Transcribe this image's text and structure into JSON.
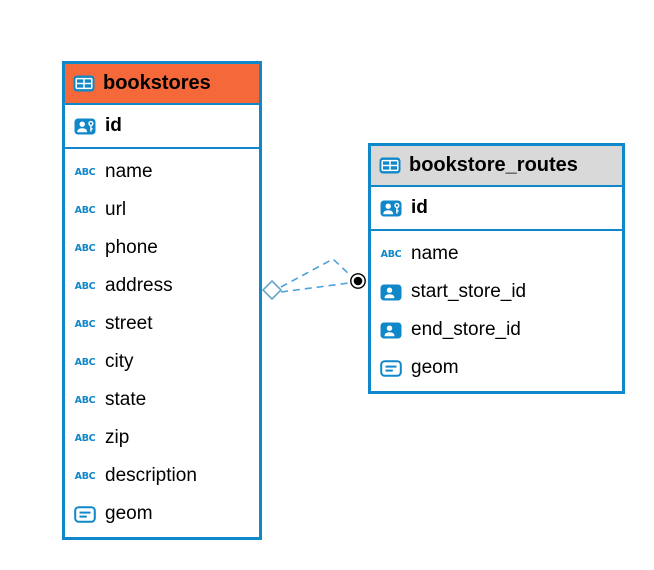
{
  "diagram": {
    "tables": [
      {
        "name": "bookstores",
        "header_color": "#f4683a",
        "pk": {
          "label": "id",
          "icon": "person-key-icon"
        },
        "fields": [
          {
            "label": "name",
            "icon": "text-type-icon"
          },
          {
            "label": "url",
            "icon": "text-type-icon"
          },
          {
            "label": "phone",
            "icon": "text-type-icon"
          },
          {
            "label": "address",
            "icon": "text-type-icon"
          },
          {
            "label": "street",
            "icon": "text-type-icon"
          },
          {
            "label": "city",
            "icon": "text-type-icon"
          },
          {
            "label": "state",
            "icon": "text-type-icon"
          },
          {
            "label": "zip",
            "icon": "text-type-icon"
          },
          {
            "label": "description",
            "icon": "text-type-icon"
          },
          {
            "label": "geom",
            "icon": "geometry-type-icon"
          }
        ]
      },
      {
        "name": "bookstore_routes",
        "header_color": "#d9d9d9",
        "pk": {
          "label": "id",
          "icon": "person-key-icon"
        },
        "fields": [
          {
            "label": "name",
            "icon": "text-type-icon"
          },
          {
            "label": "start_store_id",
            "icon": "reference-icon"
          },
          {
            "label": "end_store_id",
            "icon": "reference-icon"
          },
          {
            "label": "geom",
            "icon": "geometry-type-icon"
          }
        ]
      }
    ],
    "connector": {
      "type": "dashed-link",
      "from": "bookstores",
      "to": "bookstore_routes"
    },
    "colors": {
      "table_border": "#0f87c8",
      "icon_blue": "#0f87c8",
      "connector_line": "#4da4d9",
      "bookstores_header": "#f4683a",
      "routes_header": "#d9d9d9",
      "dot_marker": "#000000"
    }
  },
  "icons": {
    "abc": "ABC"
  }
}
